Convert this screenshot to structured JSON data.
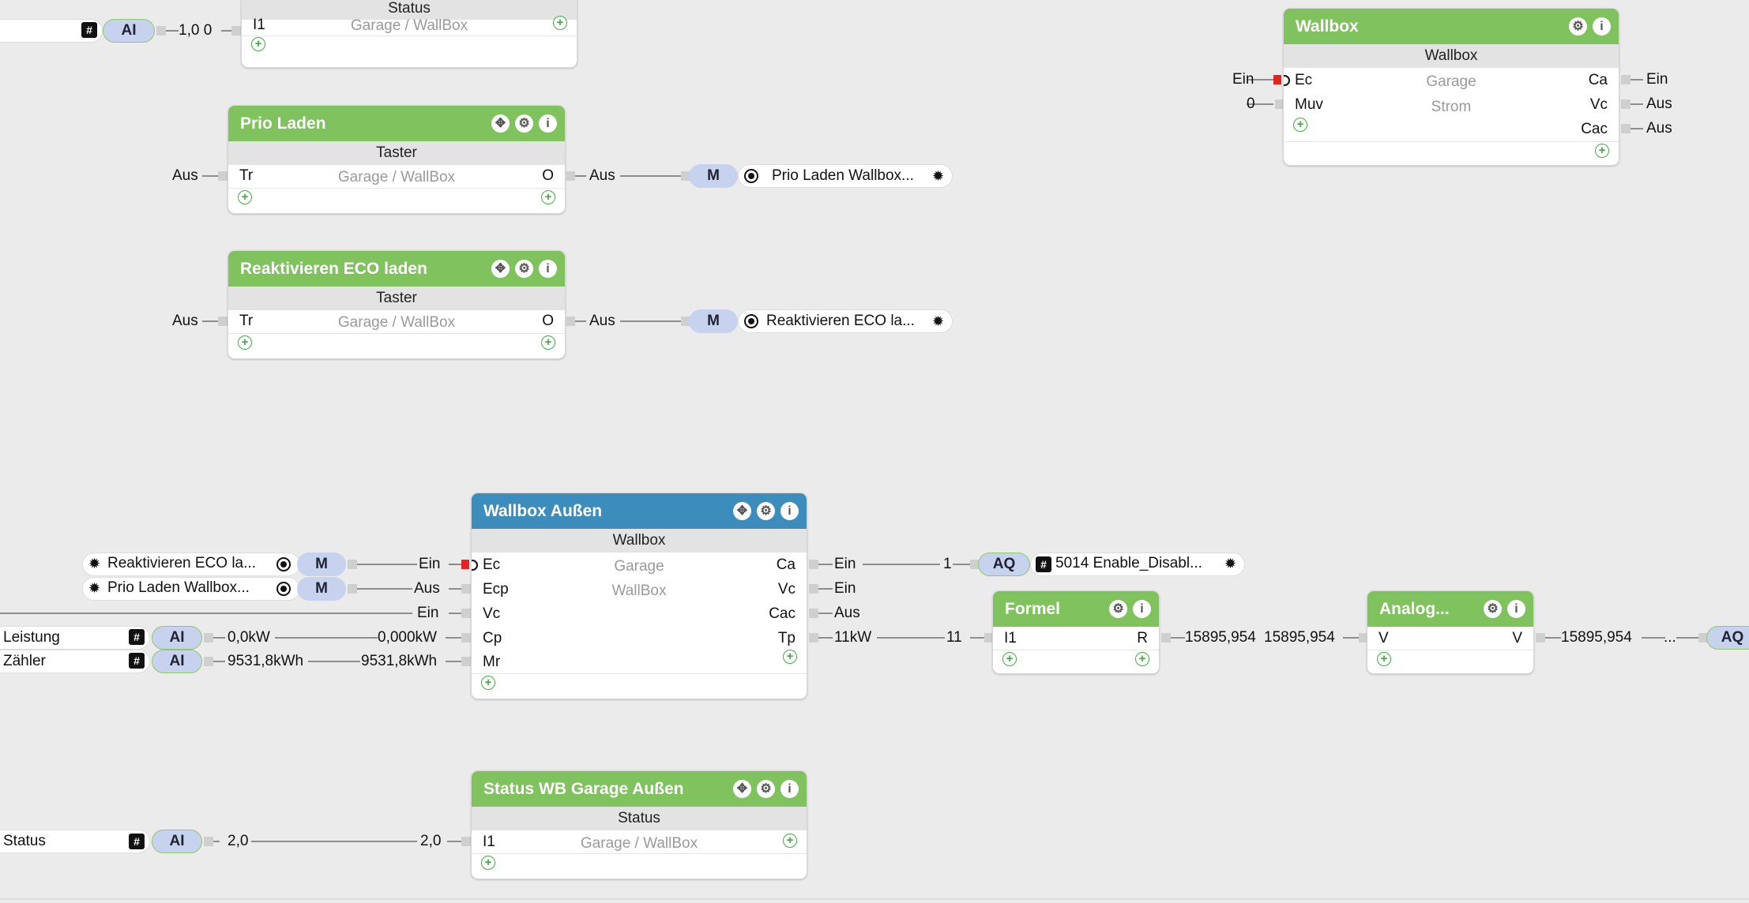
{
  "top_left": {
    "pill": "AI",
    "value": "1,0 0"
  },
  "status_top": {
    "type": "Status",
    "input": "I1",
    "location": "Garage / WallBox"
  },
  "prio_laden": {
    "title": "Prio Laden",
    "type": "Taster",
    "in_label": "Aus",
    "in_pin": "Tr",
    "out_pin": "O",
    "location": "Garage / WallBox",
    "out_value": "Aus",
    "m_label": "M",
    "target": "Prio Laden Wallbox..."
  },
  "reaktivieren": {
    "title": "Reaktivieren ECO laden",
    "type": "Taster",
    "in_label": "Aus",
    "in_pin": "Tr",
    "out_pin": "O",
    "location": "Garage / WallBox",
    "out_value": "Aus",
    "m_label": "M",
    "target": "Reaktivieren ECO la..."
  },
  "wallbox_top": {
    "title": "Wallbox",
    "type": "Wallbox",
    "inputs": [
      {
        "label": "Ein",
        "pin": "Ec"
      },
      {
        "label": "0",
        "pin": "Muv"
      }
    ],
    "loc1": "Garage",
    "loc2": "Strom",
    "outputs": [
      {
        "pin": "Ca",
        "value": "Ein"
      },
      {
        "pin": "Vc",
        "value": "Aus"
      },
      {
        "pin": "Cac",
        "value": "Aus"
      }
    ]
  },
  "wallbox_aussen": {
    "title": "Wallbox Außen",
    "type": "Wallbox",
    "loc1": "Garage",
    "loc2": "WallBox",
    "inputs": [
      {
        "pin": "Ec",
        "value": "Ein"
      },
      {
        "pin": "Ecp",
        "value": "Aus"
      },
      {
        "pin": "Vc",
        "value": "Ein"
      },
      {
        "pin": "Cp",
        "value": "0,000kW"
      },
      {
        "pin": "Mr",
        "value": "9531,8kWh"
      }
    ],
    "outputs": [
      {
        "pin": "Ca",
        "value": "Ein"
      },
      {
        "pin": "Vc",
        "value": "Ein"
      },
      {
        "pin": "Cac",
        "value": "Aus"
      },
      {
        "pin": "Tp",
        "value": "11kW"
      }
    ]
  },
  "left_sources": {
    "reakt_label": "Reaktivieren ECO la...",
    "prio_label": "Prio Laden Wallbox...",
    "m_label": "M",
    "leistung_label": "Leistung",
    "leistung_pill": "AI",
    "leistung_value": "0,0kW",
    "zaehler_label": "Zähler",
    "zaehler_pill": "AI",
    "zaehler_value": "9531,8kWh"
  },
  "aq_enable": {
    "wire_value": "1",
    "pill": "AQ",
    "target": "5014 Enable_Disabl..."
  },
  "formel": {
    "title": "Formel",
    "in_value": "11",
    "in_pin": "I1",
    "out_pin": "R",
    "out_value": "15895,954",
    "next_in_value": "15895,954"
  },
  "analog": {
    "title": "Analog...",
    "in_pin": "V",
    "out_pin": "V",
    "out_value": "15895,954",
    "ellipsis": "...",
    "pill": "AQ"
  },
  "status_wb": {
    "title": "Status WB Garage Außen",
    "type": "Status",
    "input": "I1",
    "location": "Garage / WallBox",
    "src_label": "Status",
    "src_pill": "AI",
    "src_value": "2,0",
    "wire_value": "2,0"
  },
  "icons": {
    "move": "move-icon",
    "settings": "gear-icon",
    "info": "info-icon",
    "add": "plus-icon",
    "hash": "hash-icon"
  },
  "colors": {
    "green_header": "#7fc25e",
    "blue_header": "#3c8dbb",
    "pill_fill": "#c7d3ee",
    "pill_border": "#8ec86d",
    "canvas": "#ebebeb"
  }
}
